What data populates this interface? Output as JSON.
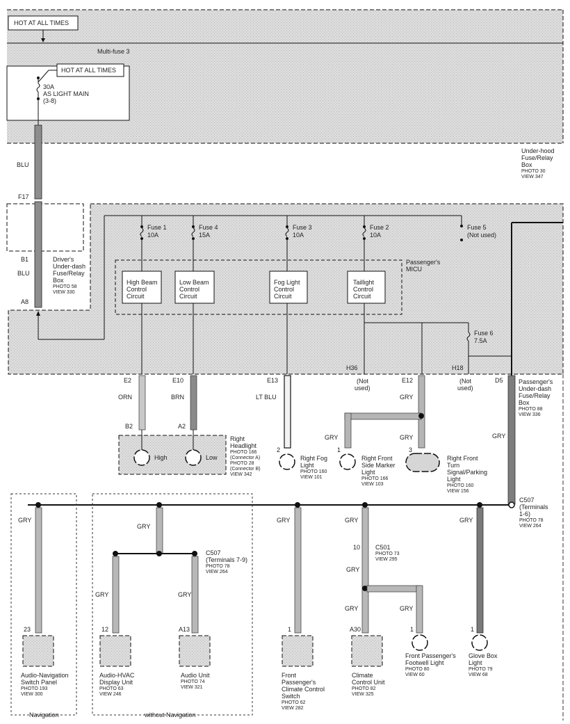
{
  "hot_at_all_times_top": "HOT AT ALL TIMES",
  "hot_at_all_times_inner": "HOT AT ALL TIMES",
  "multi_fuse": "Multi-fuse 3",
  "light_main_fuse": [
    "30A",
    "AS LIGHT MAIN",
    "(3-8)"
  ],
  "under_hood_box": [
    "Under-hood",
    "Fuse/Relay",
    "Box",
    "PHOTO 30",
    "VIEW 347"
  ],
  "wire_blu_1": "BLU",
  "pin_f17": "F17",
  "pin_b1": "B1",
  "wire_blu_2": "BLU",
  "pin_a8": "A8",
  "drivers_box": [
    "Driver's",
    "Under-dash",
    "Fuse/Relay",
    "Box",
    "PHOTO 58",
    "VIEW 330"
  ],
  "fuses": [
    {
      "name": "Fuse 1",
      "rating": "10A"
    },
    {
      "name": "Fuse 4",
      "rating": "15A"
    },
    {
      "name": "Fuse 3",
      "rating": "10A"
    },
    {
      "name": "Fuse 2",
      "rating": "10A"
    },
    {
      "name": "Fuse 5",
      "rating": "(Not used)"
    },
    {
      "name": "Fuse 6",
      "rating": "7.5A"
    }
  ],
  "micu": [
    "Passenger's",
    "MICU"
  ],
  "circuits": [
    [
      "High Beam",
      "Control",
      "Circuit"
    ],
    [
      "Low Beam",
      "Control",
      "Circuit"
    ],
    [
      "Fog Light",
      "Control",
      "Circuit"
    ],
    [
      "Taillight",
      "Control",
      "Circuit"
    ]
  ],
  "pins_top": [
    "E2",
    "E10",
    "E13",
    "H36",
    "E12",
    "H18",
    "D5"
  ],
  "not_used": [
    "(Not",
    "used)"
  ],
  "wires_top": [
    "ORN",
    "BRN",
    "LT BLU",
    "GRY",
    "GRY",
    "GRY",
    "GRY"
  ],
  "passenger_box": [
    "Passenger's",
    "Under-dash",
    "Fuse/Relay",
    "Box",
    "PHOTO 88",
    "VIEW 336"
  ],
  "headlight_pins": [
    "B2",
    "A2"
  ],
  "headlight_beams": [
    "High",
    "Low"
  ],
  "right_headlight": [
    "Right",
    "Headlight",
    "PHOTO 166",
    "(Connector A)",
    "PHOTO 28",
    "(Connector B)",
    "VIEW 342"
  ],
  "component_pins": [
    "2",
    "1",
    "3"
  ],
  "right_fog": [
    "Right Fog",
    "Light",
    "PHOTO 160",
    "VIEW 101"
  ],
  "side_marker": [
    "Right Front",
    "Side Marker",
    "Light",
    "PHOTO 166",
    "VIEW 103"
  ],
  "turn_signal": [
    "Right Front",
    "Turn",
    "Signal/Parking",
    "Light",
    "PHOTO 160",
    "VIEW 156"
  ],
  "c507_right": [
    "C507",
    "(Terminals",
    "1-6)",
    "PHOTO 78",
    "VIEW 264"
  ],
  "c507_mid": [
    "C507",
    "(Terminals 7-9)",
    "PHOTO 78",
    "VIEW 264"
  ],
  "c501": [
    "C501",
    "PHOTO 73",
    "VIEW 295"
  ],
  "c501_pin": "10",
  "bottom_wires": [
    "GRY",
    "GRY",
    "GRY",
    "GRY",
    "GRY",
    "GRY",
    "GRY",
    "GRY"
  ],
  "bottom_pins": [
    "23",
    "12",
    "A13",
    "1",
    "A30",
    "1",
    "1"
  ],
  "bottom_components": [
    [
      "Audio-Navigation",
      "Switch Panel",
      "PHOTO 193",
      "VIEW 300"
    ],
    [
      "Audio-HVAC",
      "Display Unit",
      "PHOTO 63",
      "VIEW 246"
    ],
    [
      "Audio Unit",
      "PHOTO 74",
      "VIEW 321"
    ],
    [
      "Front",
      "Passenger's",
      "Climate Control",
      "Switch",
      "PHOTO 62",
      "VIEW 282"
    ],
    [
      "Climate",
      "Control Unit",
      "PHOTO 82",
      "VIEW 325"
    ],
    [
      "Front Passenger's",
      "Footwell Light",
      "PHOTO 80",
      "VIEW 60"
    ],
    [
      "Glove Box",
      "Light",
      "PHOTO 79",
      "VIEW 68"
    ]
  ],
  "group_navigation": "Navigation",
  "group_without_navigation": "without Navigation"
}
